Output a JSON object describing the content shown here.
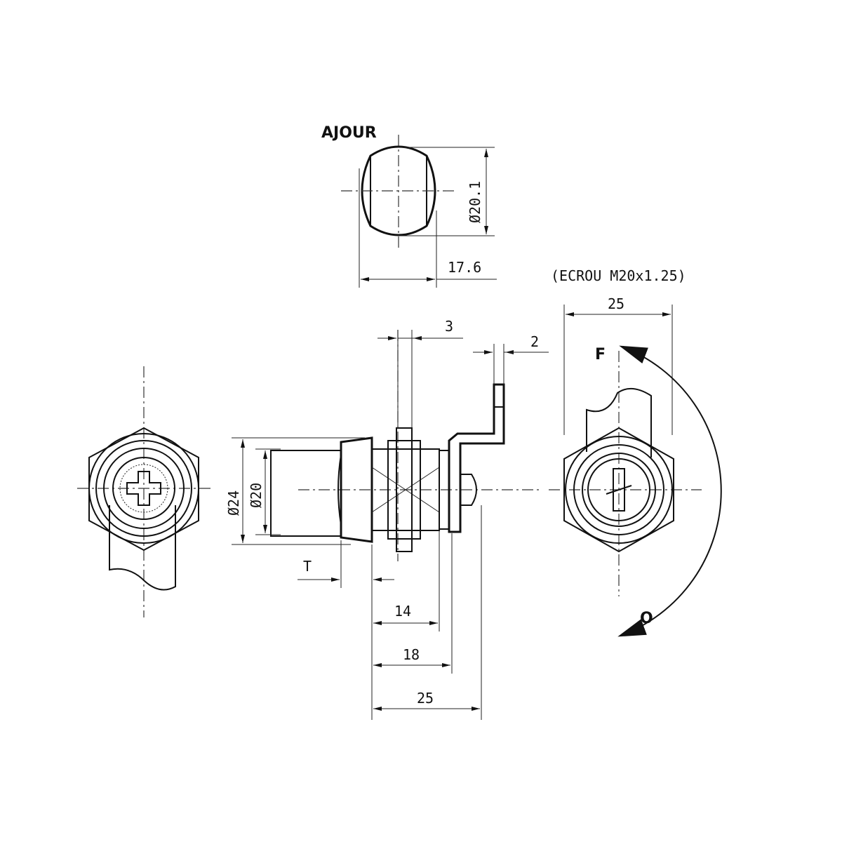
{
  "labels": {
    "ajour": "AJOUR",
    "ecrou": "(ECROU M20x1.25)",
    "dim_width_top": "25",
    "dim_flat": "17.6",
    "dim_diam_ajour": "Ø20.1",
    "dim_3": "3",
    "dim_2": "2",
    "dim_d24": "Ø24",
    "dim_d20": "Ø20",
    "dim_t": "T",
    "dim_14": "14",
    "dim_18": "18",
    "dim_25_bottom": "25",
    "rotation_f": "F",
    "rotation_o": "O"
  },
  "colors": {
    "ink": "#111111",
    "paper": "#ffffff"
  }
}
